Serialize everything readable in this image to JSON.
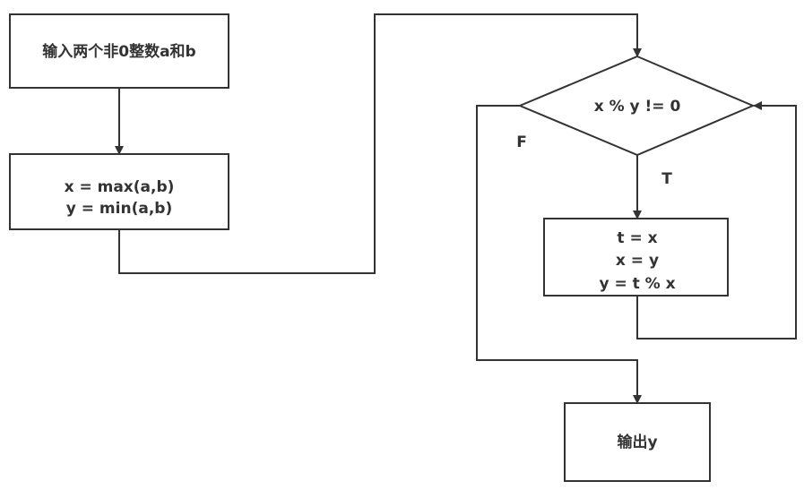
{
  "nodes": {
    "input": {
      "text": "输入两个非0整数a和b"
    },
    "init": {
      "lines": [
        "x = max(a,b)",
        "y = min(a,b)"
      ]
    },
    "condition": {
      "text": "x % y != 0"
    },
    "loop_body": {
      "lines": [
        "t = x",
        "x = y",
        "y = t % x"
      ]
    },
    "output": {
      "text": "输出y"
    }
  },
  "edge_labels": {
    "true": "T",
    "false": "F"
  },
  "colors": {
    "stroke": "#333333",
    "text": "#333333",
    "background": "#ffffff"
  }
}
